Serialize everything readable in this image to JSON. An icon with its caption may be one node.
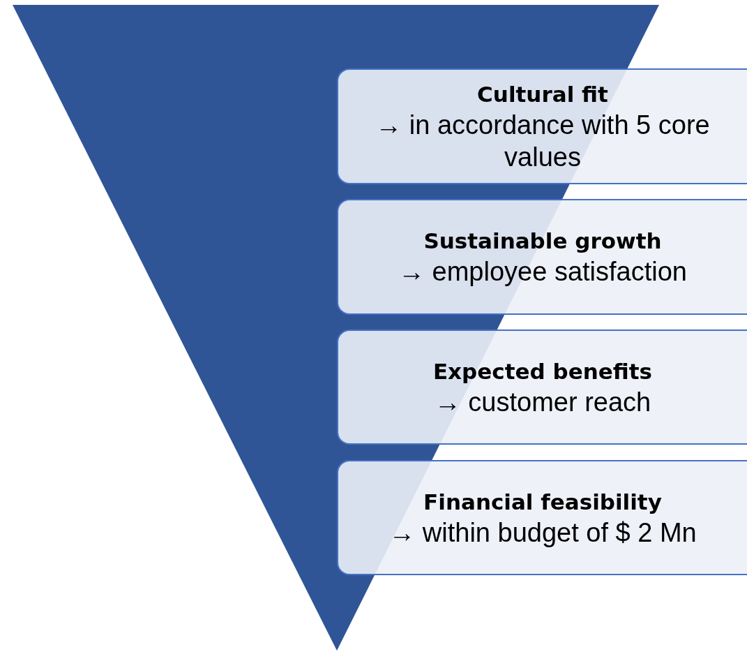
{
  "diagram": {
    "nodes": [
      {
        "text": [
          "Cultural fit",
          "→ in accordance with 5 core values"
        ]
      },
      {
        "text": [
          "Sustainable growth",
          "→ employee satisfaction"
        ]
      },
      {
        "text": [
          "Expected benefits",
          "→ customer reach"
        ]
      },
      {
        "text": [
          "Financial feasibility",
          "→ within budget of $ 2 Mn"
        ]
      }
    ]
  }
}
